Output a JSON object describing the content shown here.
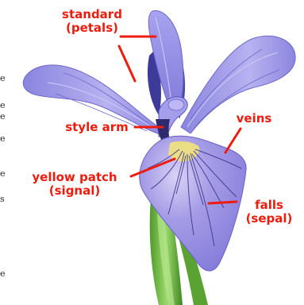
{
  "labels": {
    "standard": {
      "line1": "standard",
      "line2": "(petals)"
    },
    "style_arm": "style arm",
    "veins": "veins",
    "yellow_patch": {
      "line1": "yellow patch",
      "line2": "(signal)"
    },
    "falls": {
      "line1": "falls",
      "line2": "(sepal)"
    }
  },
  "colors": {
    "label_text": "#ee1c0e",
    "leader_line": "#ee1c0e",
    "petal": "#8f8fe2",
    "petal_dark": "#5d5cc0",
    "petal_light": "#c9c9f3",
    "vein": "#3b2e8c",
    "signal_yellow": "#f0e27a",
    "stem_green": "#6fbf3f"
  },
  "edge_glyphs": [
    "e",
    "e",
    "e",
    "e",
    "e",
    "s",
    "e"
  ]
}
